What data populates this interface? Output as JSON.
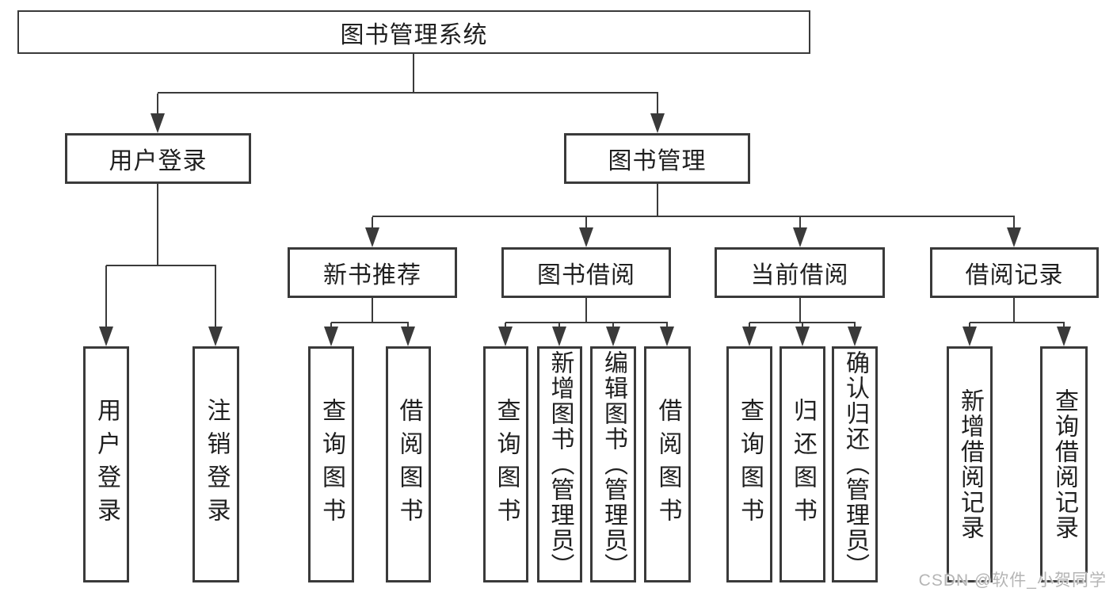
{
  "tree": {
    "label": "图书管理系统",
    "children": [
      {
        "label": "用户登录",
        "children": [
          {
            "label": "用户登录"
          },
          {
            "label": "注销登录"
          }
        ]
      },
      {
        "label": "图书管理",
        "children": [
          {
            "label": "新书推荐",
            "children": [
              {
                "label": "查询图书"
              },
              {
                "label": "借阅图书"
              }
            ]
          },
          {
            "label": "图书借阅",
            "children": [
              {
                "label": "查询图书"
              },
              {
                "label": "新增图书（管理员）"
              },
              {
                "label": "编辑图书（管理员）"
              },
              {
                "label": "借阅图书"
              }
            ]
          },
          {
            "label": "当前借阅",
            "children": [
              {
                "label": "查询图书"
              },
              {
                "label": "归还图书"
              },
              {
                "label": "确认归还（管理员）"
              }
            ]
          },
          {
            "label": "借阅记录",
            "children": [
              {
                "label": "新增借阅记录"
              },
              {
                "label": "查询借阅记录"
              }
            ]
          }
        ]
      }
    ]
  },
  "watermark": {
    "text": "CSDN @软件_小贺同学"
  },
  "colors": {
    "line": "#3a3a3a",
    "text": "#1f1f1f",
    "watermark": "#b5b5b5",
    "background": "#ffffff"
  }
}
